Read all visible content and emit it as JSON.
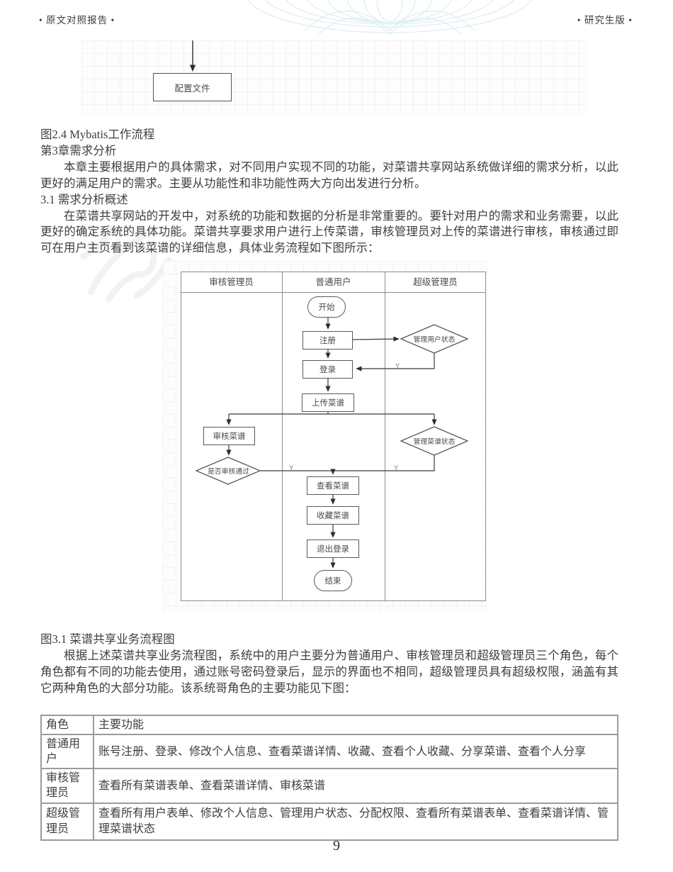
{
  "header": {
    "left": "• 原文对照报告 •",
    "right": "• 研究生版 •"
  },
  "figure_mybatis_fragment": {
    "node_label": "配置文件"
  },
  "caption_fig_2_4": "图2.4 Mybatis工作流程",
  "heading_chapter3": "第3章需求分析",
  "para_chapter3": "本章主要根据用户的具体需求，对不同用户实现不同的功能，对菜谱共享网站系统做详细的需求分析，以此更好的满足用户的需求。主要从功能性和非功能性两大方向出发进行分析。",
  "heading_3_1": "3.1 需求分析概述",
  "para_3_1": "在菜谱共享网站的开发中，对系统的功能和数据的分析是非常重要的。要针对用户的需求和业务需要，以此更好的确定系统的具体功能。菜谱共享要求用户进行上传菜谱，审核管理员对上传的菜谱进行审核，审核通过即可在用户主页看到该菜谱的详细信息，具体业务流程如下图所示：",
  "flowchart": {
    "lanes": [
      "审核管理员",
      "普通用户",
      "超级管理员"
    ],
    "nodes": {
      "start": "开始",
      "register": "注册",
      "manage_user_state": "管理用户状态",
      "login": "登录",
      "upload_recipe": "上传菜谱",
      "review_recipe": "审核菜谱",
      "manage_recipe_state": "管理菜谱状态",
      "review_passed": "是否审核通过",
      "view_recipe": "查看菜谱",
      "collect_recipe": "收藏菜谱",
      "logout": "退出登录",
      "end": "结束"
    },
    "edge_labels": {
      "yes_left": "Y",
      "yes_right": "Y",
      "yes_user_state": "Y"
    }
  },
  "caption_fig_3_1": "图3.1 菜谱共享业务流程图",
  "para_fig_3_1": "根据上述菜谱共享业务流程图，系统中的用户主要分为普通用户、审核管理员和超级管理员三个角色，每个角色都有不同的功能去使用，通过账号密码登录后，显示的界面也不相同，超级管理员具有超级权限，涵盖有其它两种角色的大部分功能。该系统哥角色的主要功能见下图：",
  "table": {
    "headers": [
      "角色",
      "主要功能"
    ],
    "rows": [
      [
        "普通用户",
        "账号注册、登录、修改个人信息、查看菜谱详情、收藏、查看个人收藏、分享菜谱、查看个人分享"
      ],
      [
        "审核管理员",
        "查看所有菜谱表单、查看菜谱详情、审核菜谱"
      ],
      [
        "超级管理员",
        "查看所有用户表单、修改个人信息、管理用户状态、分配权限、查看所有菜谱表单、查看菜谱详情、管理菜谱状态"
      ]
    ]
  },
  "page_number": "9",
  "colors": {
    "text": "#3e3e3e",
    "table_border": "#9b9b9b",
    "flow_line": "#3a3a3a",
    "guilloche": "#d4e9ee"
  }
}
